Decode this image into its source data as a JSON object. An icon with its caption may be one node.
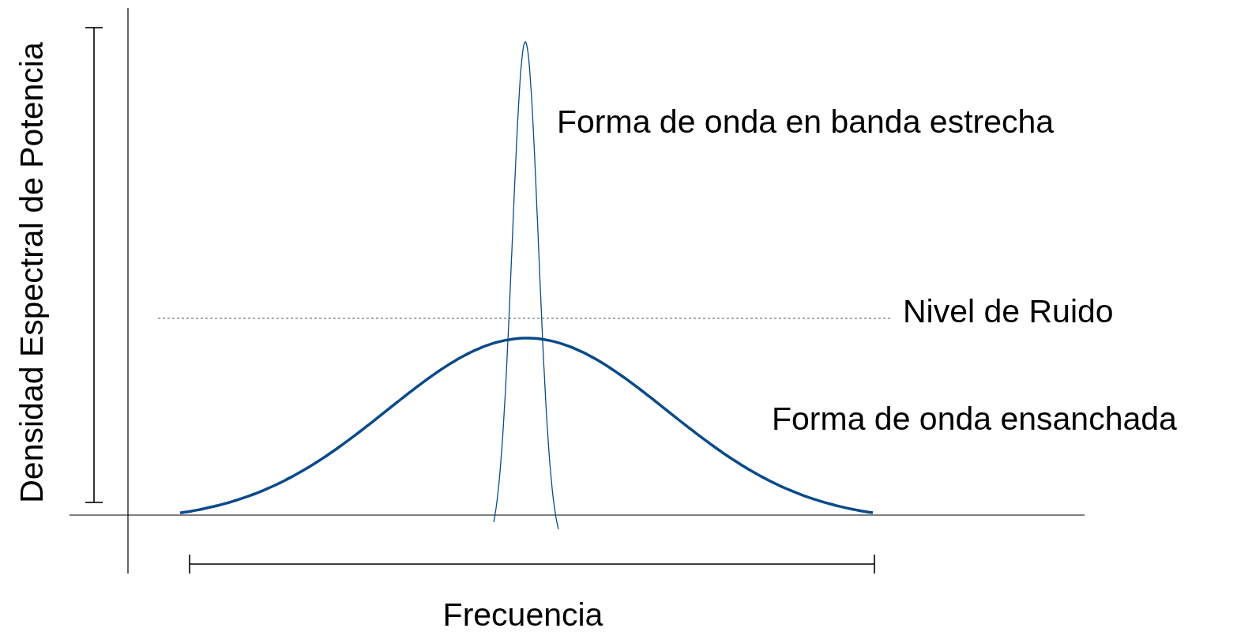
{
  "diagram": {
    "labels": [
      "Densidad Espectral de Potencia",
      "Forma de onda en banda estrecha",
      "Nivel de Ruido",
      "Forma de onda ensanchada",
      "Frecuencia"
    ]
  }
}
